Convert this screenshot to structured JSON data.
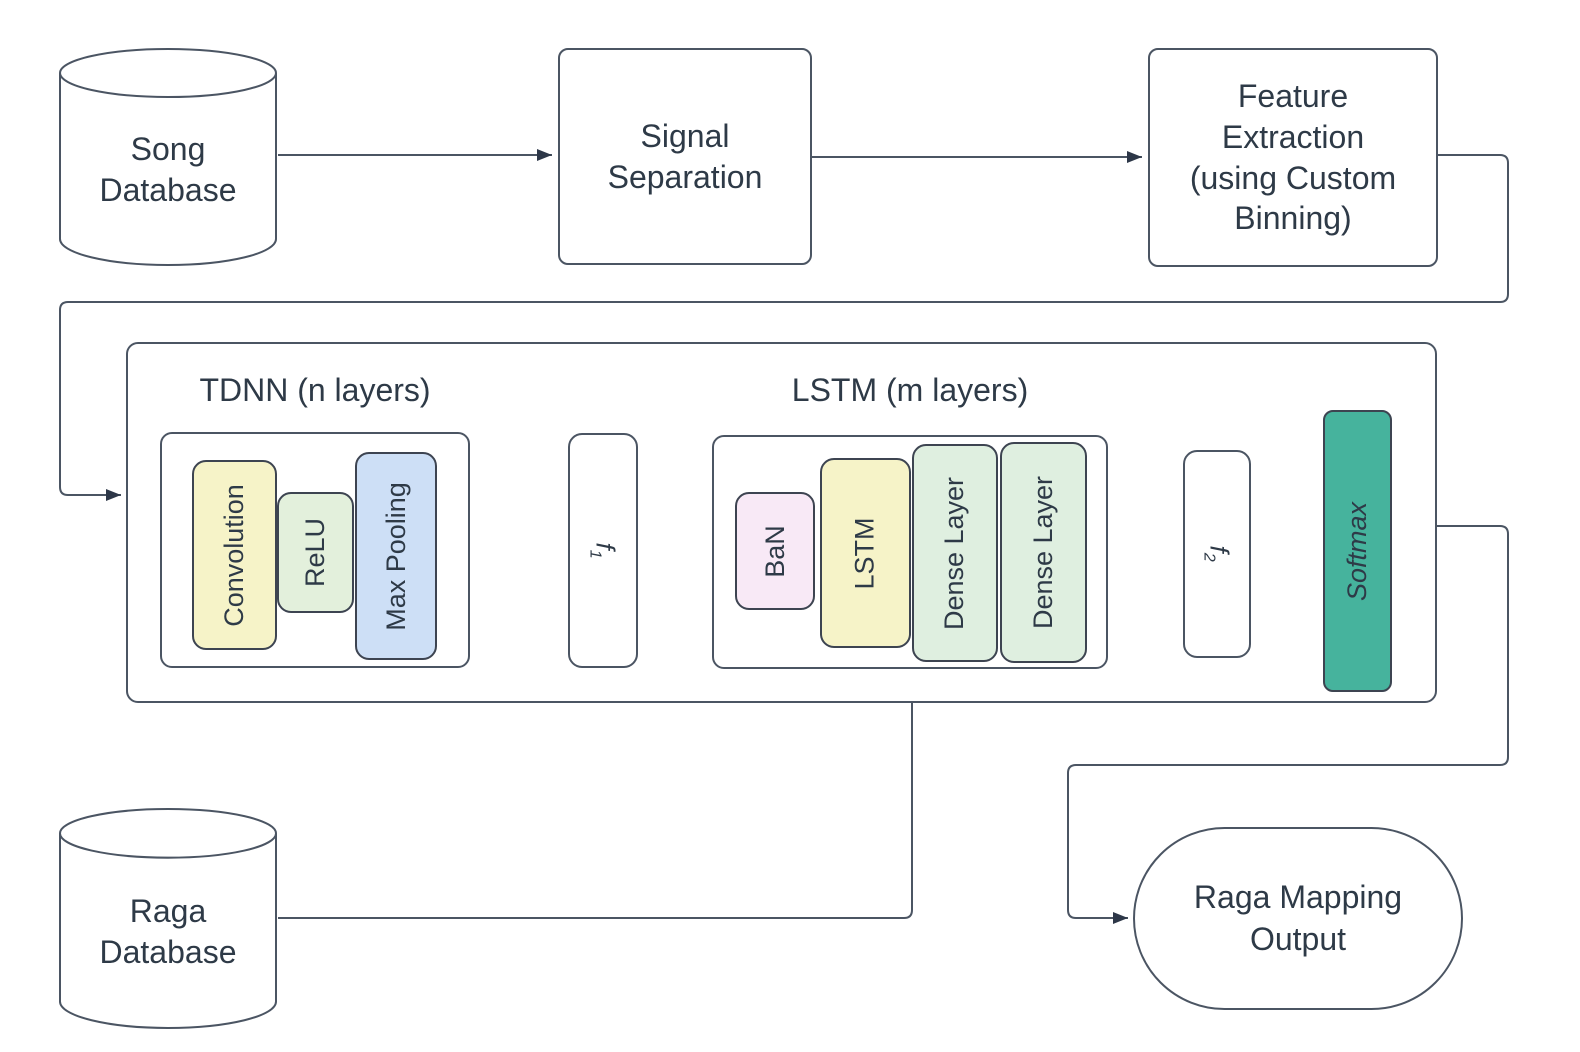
{
  "colors": {
    "stroke": "#4b5563",
    "box_border": "#3d4451",
    "text": "#2e3a47",
    "arrow": "#2d3748",
    "yellow": "#f6f3c8",
    "light_green": "#e3f0dc",
    "light_blue": "#cddff6",
    "pink": "#f8e9f6",
    "dense_green": "#dfefe0",
    "teal": "#46b39d"
  },
  "nodes": {
    "song_database": {
      "shape": "cylinder",
      "lines": [
        "Song",
        "Database"
      ]
    },
    "signal_separation": {
      "shape": "rect",
      "lines": [
        "Signal",
        "Separation"
      ]
    },
    "feature_extraction": {
      "shape": "rect",
      "lines": [
        "Feature",
        "Extraction",
        "(using Custom",
        "Binning)"
      ]
    },
    "tdnn": {
      "title": "TDNN (n layers)",
      "layers": [
        {
          "label": "Convolution",
          "color": "#f6f3c8"
        },
        {
          "label": "ReLU",
          "color": "#e3f0dc"
        },
        {
          "label": "Max Pooling",
          "color": "#cddff6"
        }
      ]
    },
    "f1": {
      "base": "f",
      "sub": "1"
    },
    "lstm": {
      "title": "LSTM (m layers)",
      "layers": [
        {
          "label": "BaN",
          "color": "#f8e9f6"
        },
        {
          "label": "LSTM",
          "color": "#f6f3c8"
        },
        {
          "label": "Dense Layer",
          "color": "#dfefe0"
        },
        {
          "label": "Dense Layer",
          "color": "#dfefe0"
        }
      ]
    },
    "f2": {
      "base": "f",
      "sub": "2"
    },
    "softmax": {
      "label": "Softmax",
      "color": "#46b39d"
    },
    "raga_database": {
      "shape": "cylinder",
      "lines": [
        "Raga",
        "Database"
      ]
    },
    "raga_mapping_output": {
      "shape": "stadium",
      "lines": [
        "Raga Mapping",
        "Output"
      ]
    }
  },
  "edges": [
    {
      "from": "song_database",
      "to": "signal_separation"
    },
    {
      "from": "signal_separation",
      "to": "feature_extraction"
    },
    {
      "from": "feature_extraction",
      "to": "tdnn_lstm_container"
    },
    {
      "from": "tdnn",
      "to": "f1"
    },
    {
      "from": "f1",
      "to": "lstm"
    },
    {
      "from": "lstm",
      "to": "f2"
    },
    {
      "from": "f2",
      "to": "softmax"
    },
    {
      "from": "tdnn_lstm_container",
      "to": "raga_mapping_output"
    },
    {
      "from": "raga_database",
      "to": "lstm"
    }
  ]
}
